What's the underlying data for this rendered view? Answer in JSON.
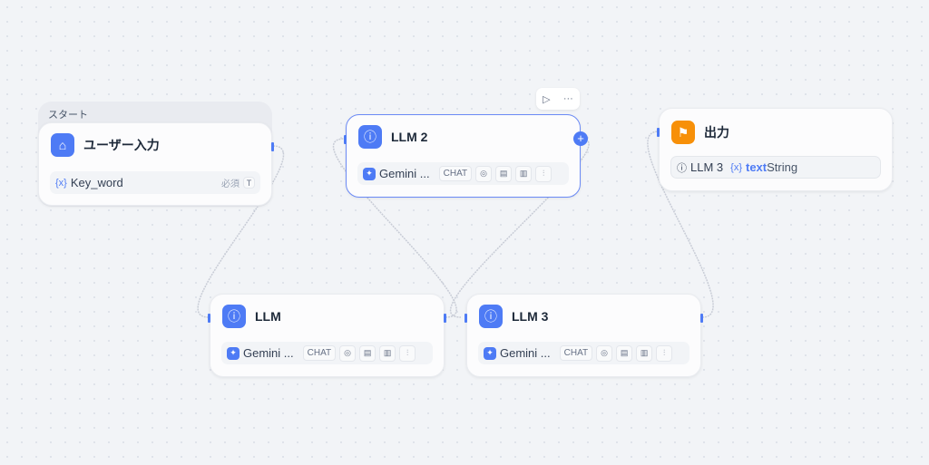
{
  "start": {
    "group_label": "スタート",
    "title": "ユーザー入力",
    "var_icon": "{x}",
    "var_name": "Key_word",
    "required": "必須"
  },
  "llm2": {
    "title": "LLM 2",
    "model": "Gemini ...",
    "mode": "CHAT"
  },
  "llm": {
    "title": "LLM",
    "model": "Gemini ...",
    "mode": "CHAT"
  },
  "llm3": {
    "title": "LLM 3",
    "model": "Gemini ...",
    "mode": "CHAT"
  },
  "output": {
    "title": "出力",
    "source": "LLM 3",
    "var_icon": "{x}",
    "var_name": "text",
    "var_type": "String"
  },
  "toolbar": {
    "more": "···"
  }
}
